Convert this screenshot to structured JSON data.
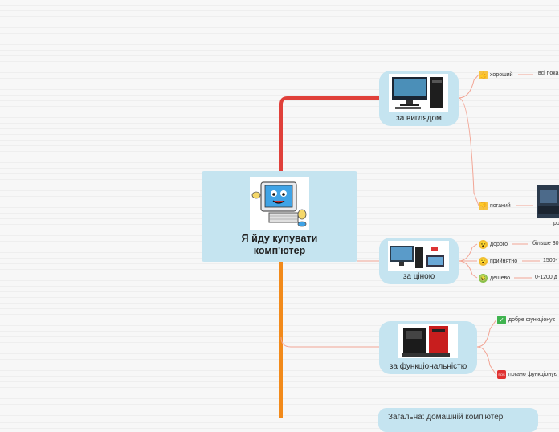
{
  "root": {
    "title": "Я йду купувати комп'ютер"
  },
  "branches": [
    {
      "label": "за виглядом"
    },
    {
      "label": "за ціною"
    },
    {
      "label": "за функціональністю"
    }
  ],
  "appearance_leaves": [
    {
      "label": "хороший",
      "icon": "thumbs-up-icon",
      "detail": "всі пока"
    },
    {
      "label": "поганий",
      "icon": "thumbs-down-icon",
      "detail": "ро"
    }
  ],
  "price_leaves": [
    {
      "label": "дорого",
      "icon": "dizzy-face-icon",
      "detail": "більше 30"
    },
    {
      "label": "прийнятно",
      "icon": "surprised-face-icon",
      "detail": "1500-"
    },
    {
      "label": "дешево",
      "icon": "nauseated-face-icon",
      "detail": "0-1200 д"
    }
  ],
  "function_leaves": [
    {
      "label": "добре функціонує",
      "icon": "check-mark-icon"
    },
    {
      "label": "погано функціонує",
      "icon": "sos-icon"
    }
  ],
  "bottom_node": {
    "label": "Загальна: домашній комп'ютер"
  },
  "colors": {
    "branch_red": "#e0403a",
    "branch_orange": "#f28a1a",
    "connector": "#f2a595",
    "node_fill": "#c5e4f0"
  }
}
